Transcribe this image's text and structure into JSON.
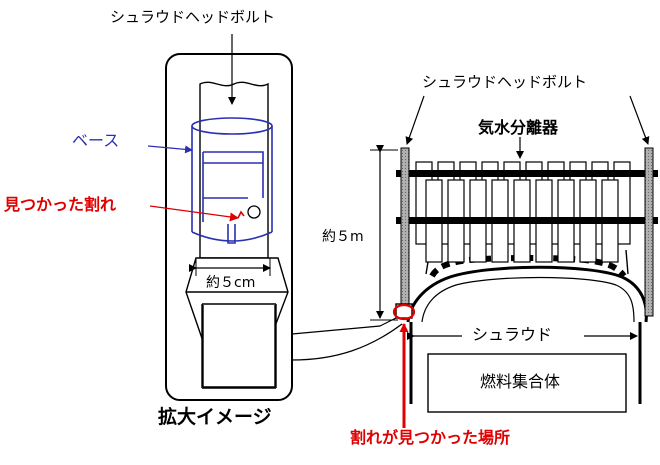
{
  "labels": {
    "shroud_head_bolt_top": "シュラウドヘッドボルト",
    "shroud_head_bolt_right": "シュラウドヘッドボルト",
    "base": "ベース",
    "crack_found": "見つかった割れ",
    "approx_5cm": "約５cm",
    "enlarged_image": "拡大イメージ",
    "steam_separator": "気水分離器",
    "approx_5m": "約５m",
    "shroud": "シュラウド",
    "fuel_assembly": "燃料集合体",
    "crack_location": "割れが見つかった場所"
  },
  "colors": {
    "line": "#000000",
    "red": "#e00000",
    "blue": "#2a30b0",
    "bolt_fill": "#9a9a9a"
  }
}
